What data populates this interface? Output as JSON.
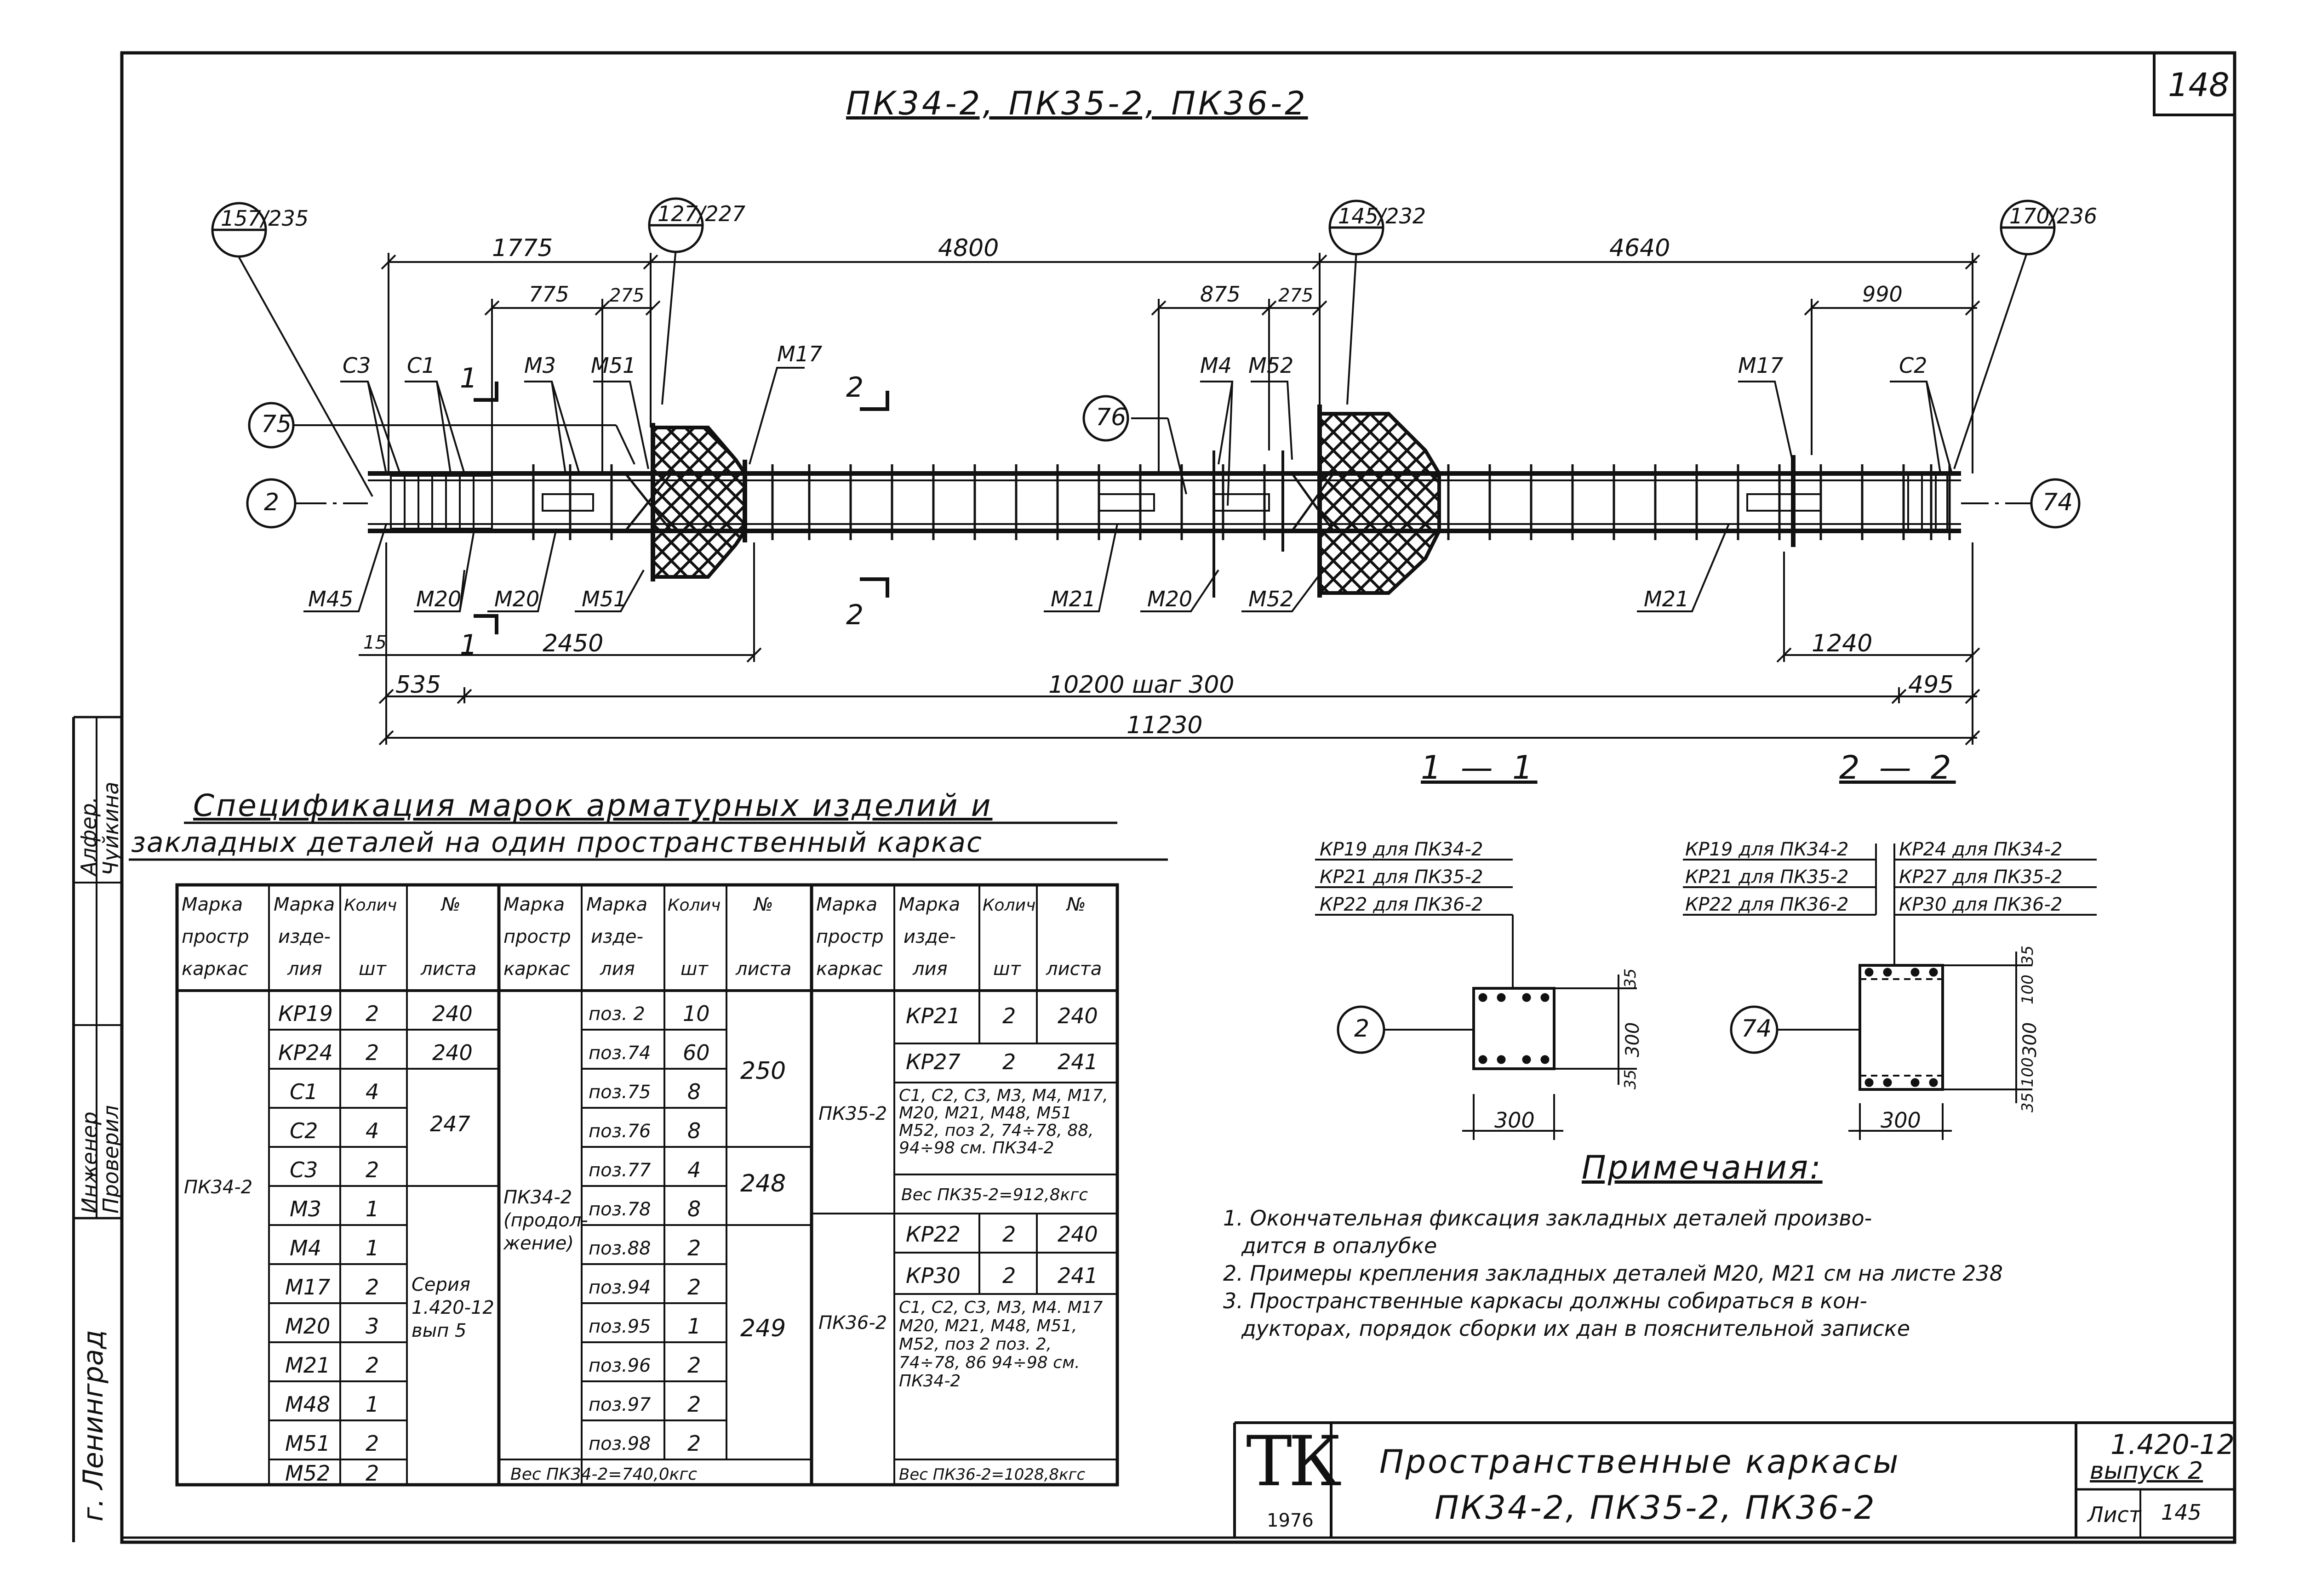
{
  "sheet": {
    "page_number": "148",
    "main_title": "ПК34-2, ПК35-2, ПК36-2",
    "stamp_city": "г. Ленинград",
    "stamp_roles": {
      "engineer": "Инженер",
      "checker": "Проверил"
    },
    "stamp_names": {
      "a": "Алфер.",
      "b": "Чуйкина"
    }
  },
  "drawing": {
    "callouts": [
      "157/235",
      "127/227",
      "145/232",
      "170/236"
    ],
    "axis_circles": [
      "75",
      "76",
      "2",
      "74"
    ],
    "dim_top": [
      "1775",
      "4800",
      "4640"
    ],
    "dim_second": [
      "775",
      "275",
      "875",
      "275",
      "990"
    ],
    "part_labels_top": [
      "С3",
      "С1",
      "М3",
      "М51",
      "М17",
      "М4",
      "М52",
      "М17",
      "С2"
    ],
    "part_labels_bottom": [
      "М45",
      "М20",
      "М20",
      "М51",
      "М21",
      "М20",
      "М52",
      "М21"
    ],
    "section_marks": [
      "1",
      "1",
      "2",
      "2"
    ],
    "dim_bottom": [
      "15",
      "2450",
      "1240",
      "535",
      "10200 шаг 300",
      "495",
      "11230"
    ]
  },
  "spec": {
    "title_line1": "Спецификация марок арматурных изделий и",
    "title_line2": "закладных деталей на один пространственный каркас",
    "headers": [
      "Марка простр каркас",
      "Марка изде-лия",
      "Колич шт",
      "№ листа"
    ],
    "header_lines": {
      "c1": [
        "Марка",
        "простр",
        "каркас"
      ],
      "c2": [
        "Марка",
        "изде-",
        "лия"
      ],
      "c3": [
        "Колич",
        "шт"
      ],
      "c4": [
        "№",
        "листа"
      ]
    },
    "block1": {
      "frame": "ПК34-2",
      "rows": [
        [
          "КР19",
          "2",
          "240"
        ],
        [
          "КР24",
          "2",
          "240"
        ],
        [
          "С1",
          "4",
          ""
        ],
        [
          "С2",
          "4",
          "247"
        ],
        [
          "С3",
          "2",
          ""
        ],
        [
          "М3",
          "1",
          ""
        ],
        [
          "М4",
          "1",
          ""
        ],
        [
          "М17",
          "2",
          "Серия 1.420-12 вып 5"
        ],
        [
          "М20",
          "3",
          ""
        ],
        [
          "М21",
          "2",
          ""
        ],
        [
          "М48",
          "1",
          ""
        ],
        [
          "М51",
          "2",
          ""
        ],
        [
          "М52",
          "2",
          ""
        ]
      ]
    },
    "block2": {
      "frame": "ПК34-2 (продол-жение)",
      "rows": [
        [
          "поз. 2",
          "10"
        ],
        [
          "поз.74",
          "60"
        ],
        [
          "поз.75",
          "8"
        ],
        [
          "поз.76",
          "8"
        ],
        [
          "поз.77",
          "4"
        ],
        [
          "поз.78",
          "8"
        ],
        [
          "поз.88",
          "2"
        ],
        [
          "поз.94",
          "2"
        ],
        [
          "поз.95",
          "1"
        ],
        [
          "поз.96",
          "2"
        ],
        [
          "поз.97",
          "2"
        ],
        [
          "поз.98",
          "2"
        ]
      ],
      "sheet_nums": [
        "250",
        "248",
        "249"
      ],
      "weight": "Вес ПК34-2=740,0кгс"
    },
    "block3": {
      "frame_a": "ПК35-2",
      "rows_a": [
        [
          "КР21",
          "2",
          "240"
        ],
        [
          "КР27",
          "2",
          "241"
        ]
      ],
      "list_a": "С1, С2, С3, М3, М4, М17, М20, М21, М48, М51 М52, поз 2, 74÷78, 88, 94÷98 см. ПК34-2",
      "weight_a": "Вес ПК35-2=912,8кгс",
      "frame_b": "ПК36-2",
      "rows_b": [
        [
          "КР22",
          "2",
          "240"
        ],
        [
          "КР30",
          "2",
          "241"
        ]
      ],
      "list_b": "С1, С2, С3, М3, М4. М17 М20, М21, М48, М51, М52, поз 2 поз. 2, 74÷78, 86 94÷98 см. ПК34-2",
      "weight_b": "Вес ПК36-2=1028,8кгс"
    }
  },
  "sections": {
    "s1_title": "1 — 1",
    "s2_title": "2 — 2",
    "s1_notes": [
      "КР19 для ПК34-2",
      "КР21 для ПК35-2",
      "КР22 для ПК36-2"
    ],
    "s2_notes_left": [
      "КР19 для ПК34-2",
      "КР21 для ПК35-2",
      "КР22 для ПК36-2"
    ],
    "s2_notes_right": [
      "КР24 для ПК34-2",
      "КР27 для ПК35-2",
      "КР30 для ПК36-2"
    ],
    "s1_axis": "2",
    "s2_axis": "74",
    "s1_dims": [
      "300",
      "35",
      "300",
      "35"
    ],
    "s2_dims": [
      "300",
      "35",
      "100",
      "300",
      "100",
      "35"
    ]
  },
  "notes": {
    "title": "Примечания:",
    "lines": [
      "1. Окончательная фиксация закладных деталей произво-",
      "дится в опалубке",
      "2. Примеры крепления закладных деталей М20, М21 см на листе 238",
      "3. Пространственные каркасы должны собираться в кон-",
      "дукторах, порядок сборки их дан в пояснительной записке"
    ]
  },
  "titleblock": {
    "logo": "ТК",
    "year": "1976",
    "name_line1": "Пространственные каркасы",
    "name_line2": "ПК34-2, ПК35-2, ПК36-2",
    "series": "1.420-12",
    "issue": "выпуск 2",
    "sheet_label": "Лист",
    "sheet_value": "145"
  }
}
